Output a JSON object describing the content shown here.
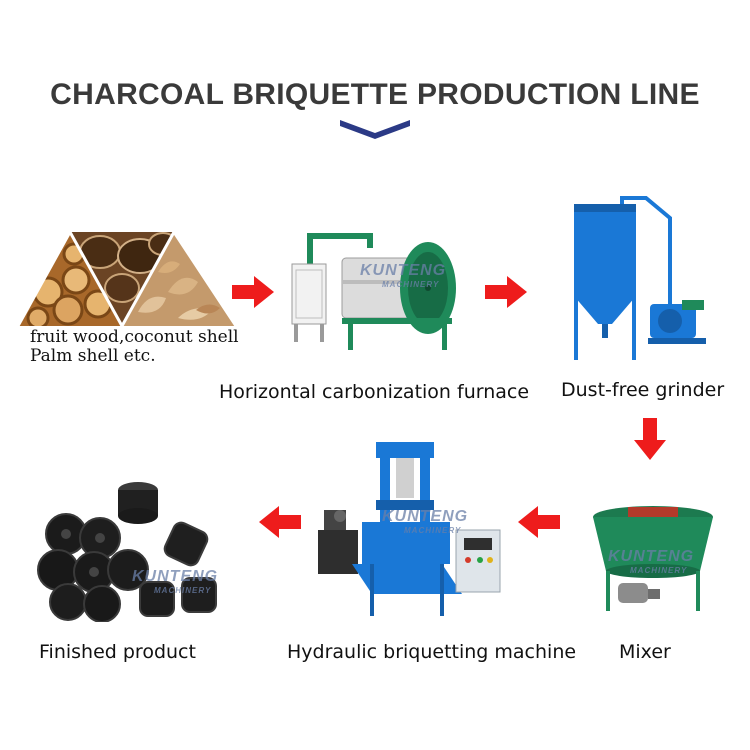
{
  "title": "CHARCOAL BRIQUETTE PRODUCTION LINE",
  "steps": {
    "raw": {
      "line1": "fruit wood,coconut shell",
      "line2": "Palm shell  etc."
    },
    "furnace": "Horizontal carbonization furnace",
    "grinder": "Dust-free grinder",
    "mixer": "Mixer",
    "press": "Hydraulic briquetting machine",
    "product": "Finished product"
  },
  "watermark": {
    "brand": "KUNTENG",
    "sub": "MACHINERY"
  },
  "colors": {
    "title": "#3a3a3a",
    "chevron": "#2b3a86",
    "arrow": "#ee1c1c",
    "machine_blue": "#1a78d6",
    "machine_green": "#1f8a5a"
  },
  "icons": [
    "chevron-down-icon",
    "arrow-right-icon",
    "arrow-down-icon",
    "arrow-left-icon"
  ]
}
